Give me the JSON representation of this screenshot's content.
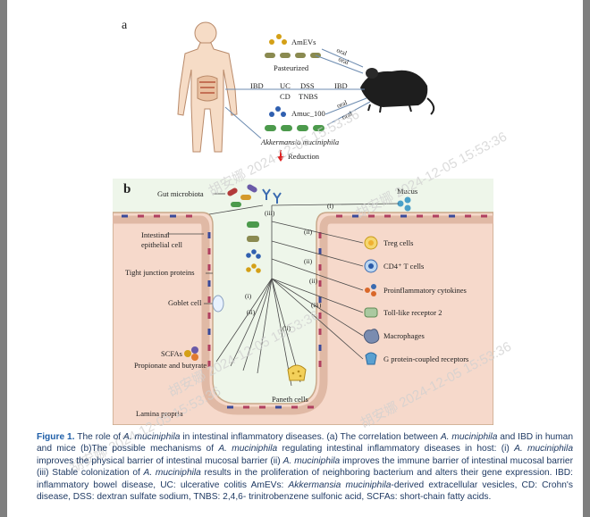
{
  "panel_a": {
    "label": "a",
    "amevs": "AmEVs",
    "pasteurized": "Pasteurized",
    "oral": "oral",
    "ibd_left": "IBD",
    "uc": "UC",
    "dss": "DSS",
    "ibd_right": "IBD",
    "cd": "CD",
    "tnbs": "TNBS",
    "amuc": "Amuc_100",
    "akkermansia": "Akkermansia muciniphila",
    "reduction": "Reduction"
  },
  "panel_b": {
    "label": "b",
    "gut_microbiota": "Gut microbiota",
    "mucus": "Mucus",
    "intestinal_epithelial_cell": [
      "Intestinal",
      "epithelial cell"
    ],
    "tight_junction": "Tight junction proteins",
    "goblet_cell": "Goblet cell",
    "scfas": "SCFAs",
    "propionate": "Propionate and butyrate",
    "lamina_propria": "Lamina propria",
    "paneth_cells": "Paneth cells",
    "roman_i": "(i)",
    "roman_ii": "(ii)",
    "roman_iii": "(iii)",
    "legend": [
      {
        "label": "Treg cells",
        "icon": "treg-cell-icon"
      },
      {
        "label": "CD4⁺ T cells",
        "icon": "cd4-t-cell-icon"
      },
      {
        "label": "Proinflammatory cytokines",
        "icon": "cytokines-icon"
      },
      {
        "label": "Toll-like receptor 2",
        "icon": "tlr2-icon"
      },
      {
        "label": "Macrophages",
        "icon": "macrophage-icon"
      },
      {
        "label": "G protein-coupled receptors",
        "icon": "gpcr-icon"
      }
    ]
  },
  "watermark": "胡安娜 2024-12-05 15:53:36",
  "caption": {
    "figure_label": "Figure 1.",
    "text": "The role of A. muciniphila in intestinal inflammatory diseases. (a) The correlation between A. muciniphila and IBD in human and mice (b)The possible mechanisms of A. muciniphila regulating intestinal inflammatory diseases in host: (i) A. muciniphila improves the physical barrier of intestinal mucosal barrier (ii) A. muciniphila improves the immune barrier of intestinal mucosal barrier (iii) Stable colonization of A. muciniphila results in the proliferation of neighboring bacterium and alters their gene expression. IBD: inflammatory bowel disease, UC: ulcerative colitis AmEVs: Akkermansia muciniphila-derived extracellular vesicles, CD: Crohn's disease, DSS: dextran sulfate sodium, TNBS: 2,4,6- trinitrobenzene sulfonic acid, SCFAs: short-chain fatty acids."
  },
  "colors": {
    "lumen": "#e9f3e6",
    "tissue": "#f7d9cc",
    "border": "#c9a98c",
    "caption_text": "#1f3a63",
    "figure_label": "#1f5fa8",
    "reduction_arrow": "#e02020"
  }
}
